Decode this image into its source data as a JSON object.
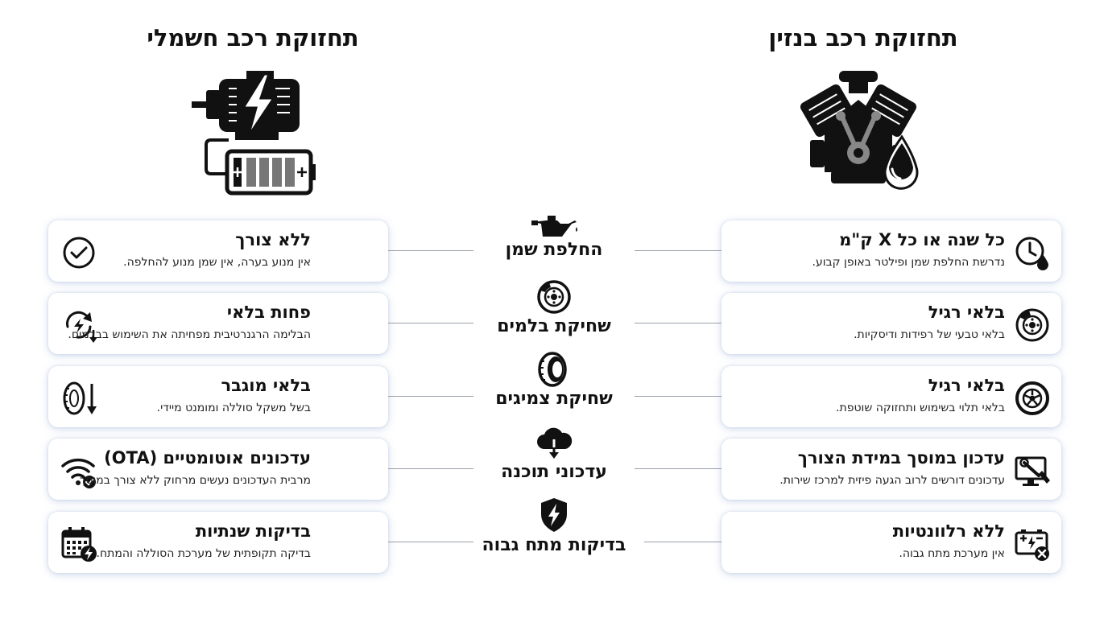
{
  "left_column": {
    "title": "תחזוקת רכב חשמלי",
    "hero_icon": "electric-motor-battery-icon",
    "rows": [
      {
        "title": "ללא צורך",
        "desc": "אין מנוע בערה, אין שמן מנוע להחלפה.",
        "icon": "check-circle-icon"
      },
      {
        "title": "פחות בלאי",
        "desc": "הבלימה הרגנרטיבית מפחיתה את השימוש בבלמים.",
        "icon": "regen-refresh-icon"
      },
      {
        "title": "בלאי מוגבר",
        "desc": "בשל משקל סוללה ומומנט מיידי.",
        "icon": "tire-wear-down-icon"
      },
      {
        "title": "עדכונים אוטומטיים (OTA)",
        "desc": "מרבית העדכונים נעשים מרחוק ללא צורך במוסך.",
        "icon": "wifi-check-icon"
      },
      {
        "title": "בדיקות שנתיות",
        "desc": "בדיקה תקופתית של מערכת הסוללה והמתח.",
        "icon": "calendar-bolt-icon"
      }
    ]
  },
  "right_column": {
    "title": "תחזוקת רכב בנזין",
    "hero_icon": "engine-oil-drop-icon",
    "rows": [
      {
        "title": "כל שנה או כל X ק\"מ",
        "desc": "נדרשת החלפת שמן ופילטר באופן קבוע.",
        "icon": "clock-oil-icon"
      },
      {
        "title": "בלאי רגיל",
        "desc": "בלאי טבעי של רפידות ודיסקיות.",
        "icon": "brake-disc-icon"
      },
      {
        "title": "בלאי רגיל",
        "desc": "בלאי תלוי בשימוש ותחזוקה שוטפת.",
        "icon": "wheel-icon"
      },
      {
        "title": "עדכון במוסך במידת הצורך",
        "desc": "עדכונים דורשים לרוב הגעה פיזית למרכז שירות.",
        "icon": "monitor-wrench-icon"
      },
      {
        "title": "ללא רלוונטיות",
        "desc": "אין מערכת מתח גבוה.",
        "icon": "battery-x-icon"
      }
    ]
  },
  "categories": [
    {
      "label": "החלפת שמן",
      "icon": "oil-can-icon"
    },
    {
      "label": "שחיקת בלמים",
      "icon": "brake-icon"
    },
    {
      "label": "שחיקת צמיגים",
      "icon": "tire-icon"
    },
    {
      "label": "עדכוני תוכנה",
      "icon": "cloud-download-icon"
    },
    {
      "label": "בדיקות מתח גבוה",
      "icon": "shield-bolt-icon"
    }
  ]
}
